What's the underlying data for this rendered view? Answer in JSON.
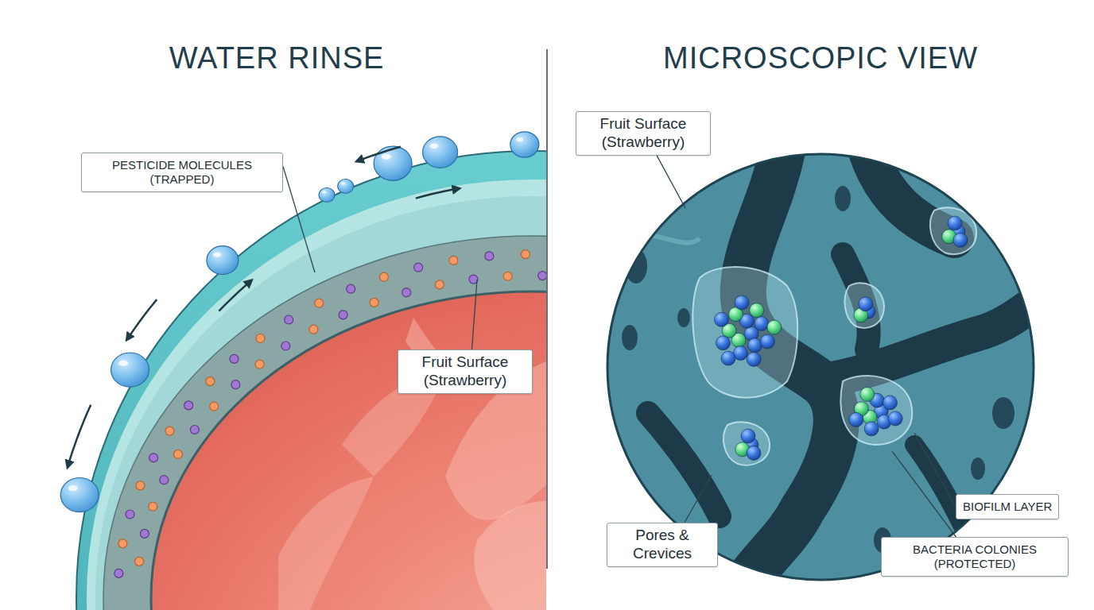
{
  "diagram": {
    "nodes": [
      {
        "text": [
          "PESTICIDE MOLECULES (TRAPPED)"
        ]
      },
      {
        "text": [
          "Fruit Surface (Strawberry)"
        ]
      },
      {
        "text": [
          "Fruit Surface (Strawberry)"
        ]
      },
      {
        "text": [
          "Pores & Crevices"
        ]
      },
      {
        "text": [
          "BIOFILM LAYER"
        ]
      },
      {
        "text": [
          "BACTERIA COLONIES (PROTECTED)"
        ]
      }
    ],
    "labels": [
      "WATER RINSE",
      "MICROSCOPIC VIEW"
    ]
  }
}
